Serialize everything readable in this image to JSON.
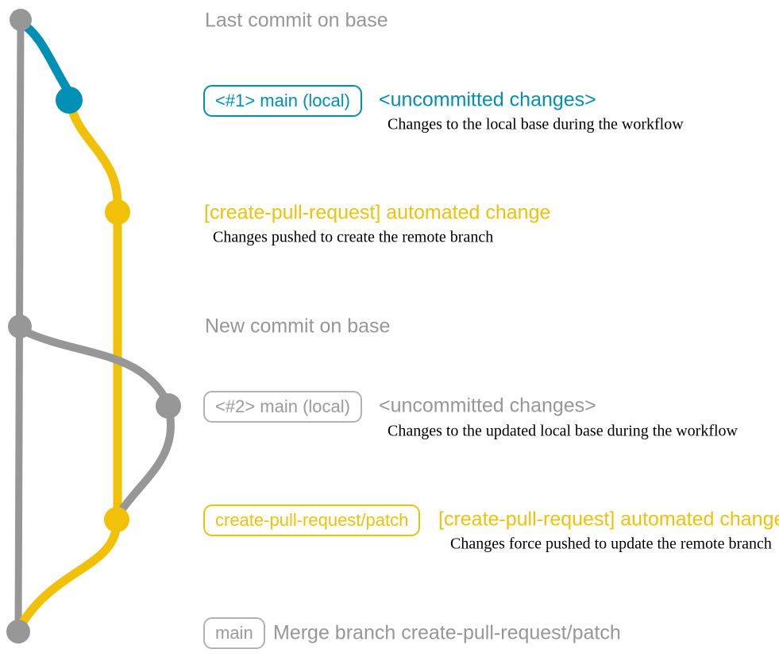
{
  "colors": {
    "base_gray": "#979797",
    "local_blue": "#008fb5",
    "branch_yellow": "#f1c109",
    "note_black": "#000000",
    "background": "#ffffff"
  },
  "events": {
    "last_commit": {
      "text": "Last commit on base"
    },
    "uncommitted_1": {
      "badge": "<#1> main (local)",
      "heading": "<uncommitted changes>",
      "note": "Changes to the local base during the workflow"
    },
    "automated_change_1": {
      "heading": "[create-pull-request] automated change",
      "note": "Changes pushed to create the remote branch"
    },
    "new_commit": {
      "text": "New commit on base"
    },
    "uncommitted_2": {
      "badge": "<#2> main (local)",
      "heading": "<uncommitted changes>",
      "note": "Changes to the updated local base during the workflow"
    },
    "automated_change_2": {
      "badge": "create-pull-request/patch",
      "heading": "[create-pull-request] automated change",
      "note": "Changes force pushed to update the remote branch"
    },
    "merge": {
      "badge": "main",
      "text": "Merge branch create-pull-request/patch"
    }
  },
  "graph": {
    "branches": [
      {
        "name": "base (main)",
        "color": "#979797"
      },
      {
        "name": "main (local)",
        "color": "#008fb5"
      },
      {
        "name": "create-pull-request/patch",
        "color": "#f1c109"
      }
    ],
    "commits": [
      {
        "branch": "base (main)",
        "message": "Last commit on base"
      },
      {
        "branch": "main (local)",
        "message": "<#1> main (local) <uncommitted changes>"
      },
      {
        "branch": "create-pull-request/patch",
        "message": "[create-pull-request] automated change"
      },
      {
        "branch": "base (main)",
        "message": "New commit on base"
      },
      {
        "branch": "main (local)",
        "message": "<#2> main (local) <uncommitted changes>"
      },
      {
        "branch": "create-pull-request/patch",
        "message": "[create-pull-request] automated change"
      },
      {
        "branch": "base (main)",
        "message": "Merge branch create-pull-request/patch"
      }
    ]
  }
}
